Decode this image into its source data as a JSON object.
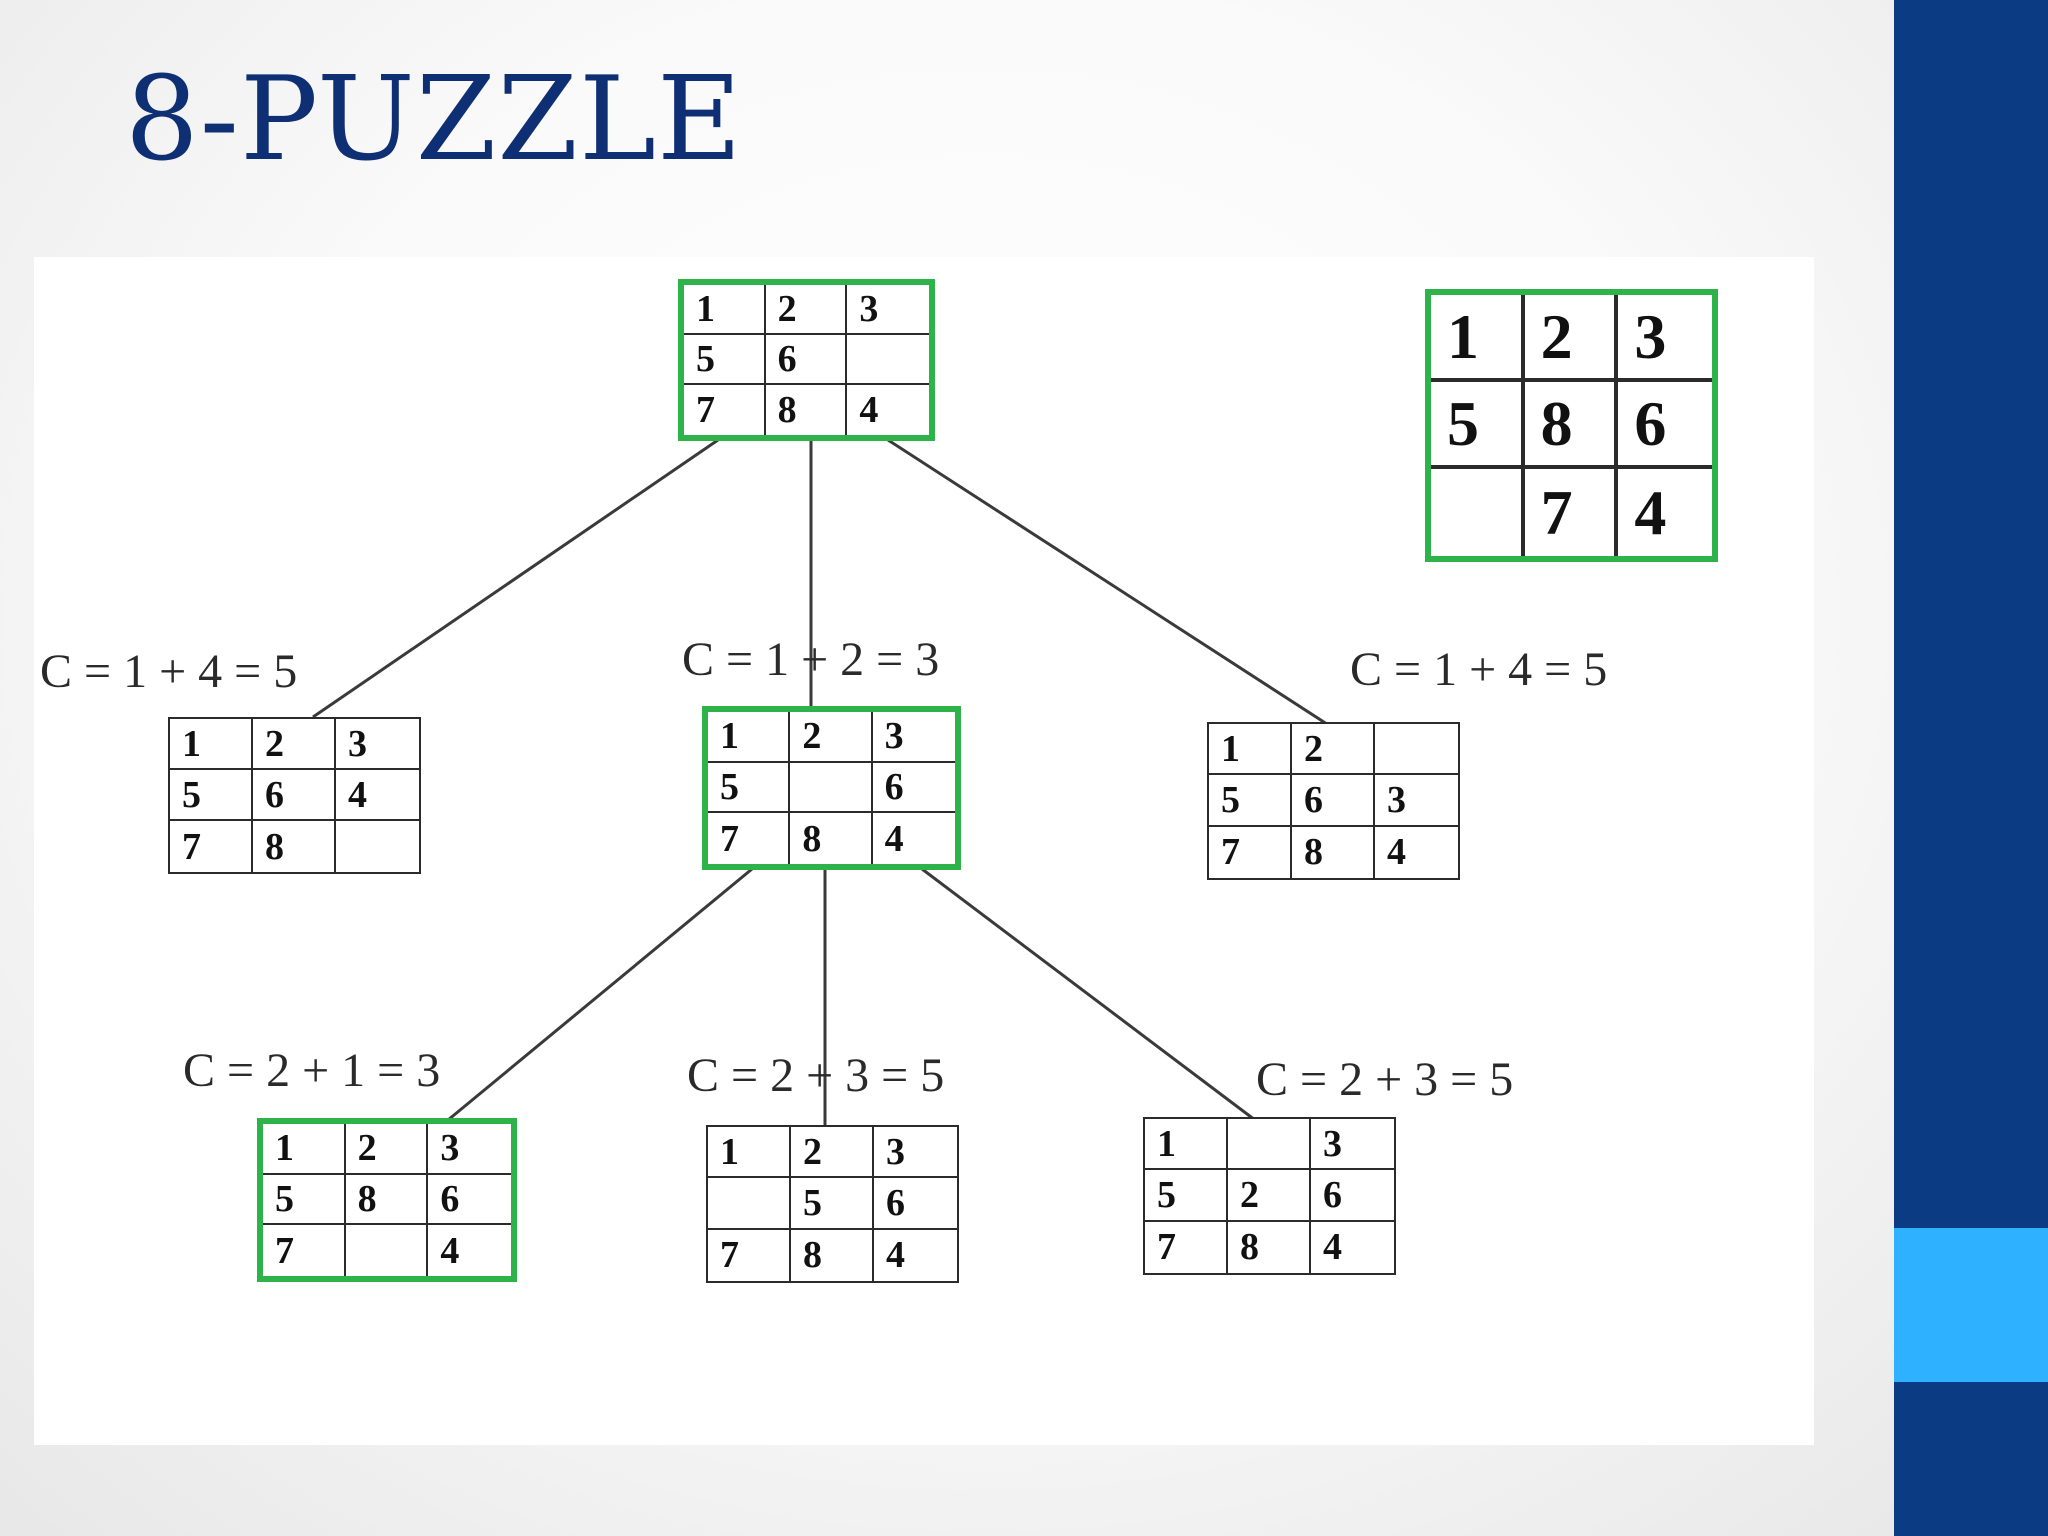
{
  "slide": {
    "title": "8-PUZZLE"
  },
  "colors": {
    "title": "#0f2f75",
    "side_bar": "#0b3b82",
    "side_accent": "#2eb2ff",
    "highlight_border": "#2db34a",
    "grid_line": "#2b2b2b"
  },
  "goal_state": {
    "tiles": [
      "1",
      "2",
      "3",
      "5",
      "8",
      "6",
      "",
      "7",
      "4"
    ]
  },
  "tree": {
    "root": {
      "tiles": [
        "1",
        "2",
        "3",
        "5",
        "6",
        "",
        "7",
        "8",
        "4"
      ]
    },
    "level1": [
      {
        "cost": "C = 1 + 4 = 5",
        "tiles": [
          "1",
          "2",
          "3",
          "5",
          "6",
          "4",
          "7",
          "8",
          ""
        ]
      },
      {
        "cost": "C = 1 + 2 = 3",
        "tiles": [
          "1",
          "2",
          "3",
          "5",
          "",
          "6",
          "7",
          "8",
          "4"
        ]
      },
      {
        "cost": "C = 1 + 4 = 5",
        "tiles": [
          "1",
          "2",
          "",
          "5",
          "6",
          "3",
          "7",
          "8",
          "4"
        ]
      }
    ],
    "level2": [
      {
        "cost": "C = 2 + 1 = 3",
        "tiles": [
          "1",
          "2",
          "3",
          "5",
          "8",
          "6",
          "7",
          "",
          "4"
        ]
      },
      {
        "cost": "C = 2 + 3 = 5",
        "tiles": [
          "1",
          "2",
          "3",
          "",
          "5",
          "6",
          "7",
          "8",
          "4"
        ]
      },
      {
        "cost": "C = 2 + 3 = 5",
        "tiles": [
          "1",
          "",
          "3",
          "5",
          "2",
          "6",
          "7",
          "8",
          "4"
        ]
      }
    ]
  }
}
